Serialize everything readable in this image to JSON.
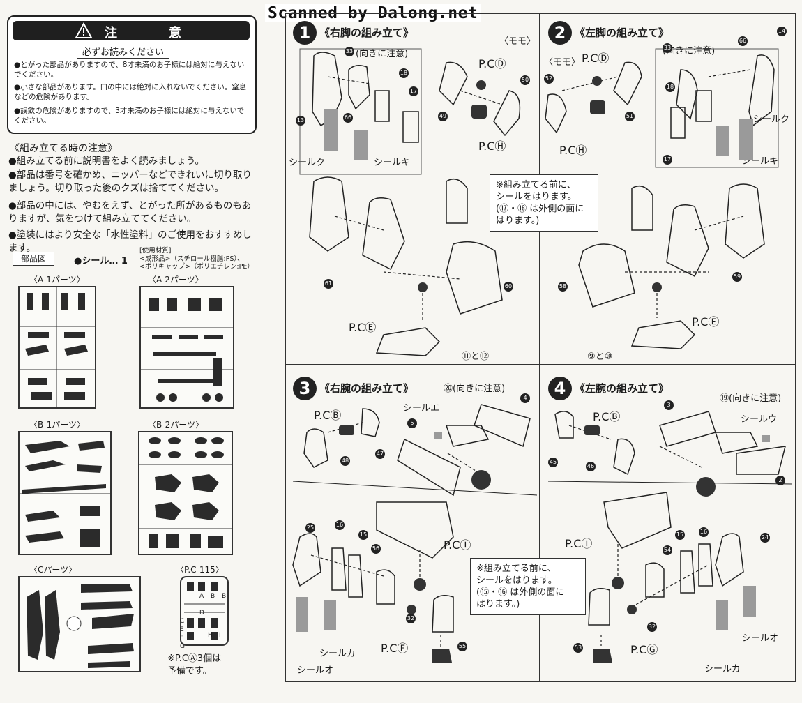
{
  "watermark": "Scanned by Dalong.net",
  "caution": {
    "title": "注　意",
    "subtitle": "必ずお読みください",
    "bullets": [
      "●とがった部品がありますので、8才未満のお子様には絶対に与えないでください。",
      "●小さな部品があります。口の中には絶対に入れないでください。窒息などの危険があります。",
      "●誤飲の危険がありますので、3才未満のお子様には絶対に与えないでください。"
    ]
  },
  "assembly_notes": {
    "title": "《組み立てる時の注意》",
    "bullets": [
      "●組み立てる前に説明書をよく読みましょう。",
      "●部品は番号を確かめ、ニッパーなどできれいに切り取りましょう。切り取った後のクズは捨ててください。",
      "●部品の中には、やむをえず、とがった所があるものもありますが、気をつけて組み立ててください。",
      "●塗装にはより安全な「水性塗料」のご使用をおすすめします。"
    ]
  },
  "parts": {
    "label": "部品図",
    "seal": "●シール… 1",
    "materials": [
      "[使用材質]",
      "<成形品>（スチロール樹脂:PS）、",
      "<ポリキャップ>（ポリエチレン:PE）"
    ],
    "runners": {
      "a1": "〈A-1パーツ〉",
      "a2": "〈A-2パーツ〉",
      "b1": "〈B-1パーツ〉",
      "b2": "〈B-2パーツ〉",
      "c": "〈Cパーツ〉",
      "pc": "〈P.C-115〉"
    },
    "pc_letters": [
      "A",
      "B",
      "B",
      "C",
      "D",
      "E",
      "F",
      "H",
      "I",
      "G"
    ],
    "pc_note": [
      "※P.CⒶ3個は",
      "予備です。"
    ]
  },
  "steps": {
    "s1": {
      "num": "1",
      "title": "《右脚の組み立て》",
      "momo": "〈モモ〉",
      "caution": "(向きに注意)",
      "pc_d": "P.CⒹ",
      "pc_h": "P.CⒽ",
      "pc_e": "P.CⒺ",
      "seal_ku": "シールク",
      "seal_ki": "シールキ",
      "combo": "⑪と⑫",
      "nums": [
        "33",
        "18",
        "17",
        "13",
        "66",
        "50",
        "49",
        "61",
        "60"
      ]
    },
    "s2": {
      "num": "2",
      "title": "《左脚の組み立て》",
      "momo": "〈モモ〉",
      "caution": "(向きに注意)",
      "pc_d": "P.CⒹ",
      "pc_h": "P.CⒽ",
      "pc_e": "P.CⒺ",
      "seal_ku": "シールク",
      "seal_ki": "シールキ",
      "combo": "⑨と⑩",
      "nums": [
        "33",
        "66",
        "14",
        "52",
        "51",
        "18",
        "17",
        "58",
        "59"
      ]
    },
    "note_legs": [
      "※組み立てる前に、",
      "シールをはります。",
      "(⑰・⑱ は外側の面に",
      "はります。)"
    ],
    "s3": {
      "num": "3",
      "title": "《右腕の組み立て》",
      "caution": "⑳(向きに注意)",
      "pc_b": "P.CⒷ",
      "pc_i": "P.CⒾ",
      "pc_f": "P.CⒻ",
      "seal_e": "シールエ",
      "seal_ka": "シールカ",
      "seal_o": "シールオ",
      "nums": [
        "4",
        "5",
        "48",
        "47",
        "25",
        "16",
        "15",
        "56",
        "32",
        "55"
      ]
    },
    "s4": {
      "num": "4",
      "title": "《左腕の組み立て》",
      "caution": "⑲(向きに注意)",
      "pc_b": "P.CⒷ",
      "pc_i": "P.CⒾ",
      "pc_g": "P.CⒼ",
      "seal_u": "シールウ",
      "seal_o": "シールオ",
      "seal_ka": "シールカ",
      "nums": [
        "3",
        "2",
        "45",
        "46",
        "54",
        "15",
        "16",
        "24",
        "32",
        "53"
      ]
    },
    "note_arms": [
      "※組み立てる前に、",
      "シールをはります。",
      "(⑮・⑯ は外側の面に",
      "はります。)"
    ]
  }
}
